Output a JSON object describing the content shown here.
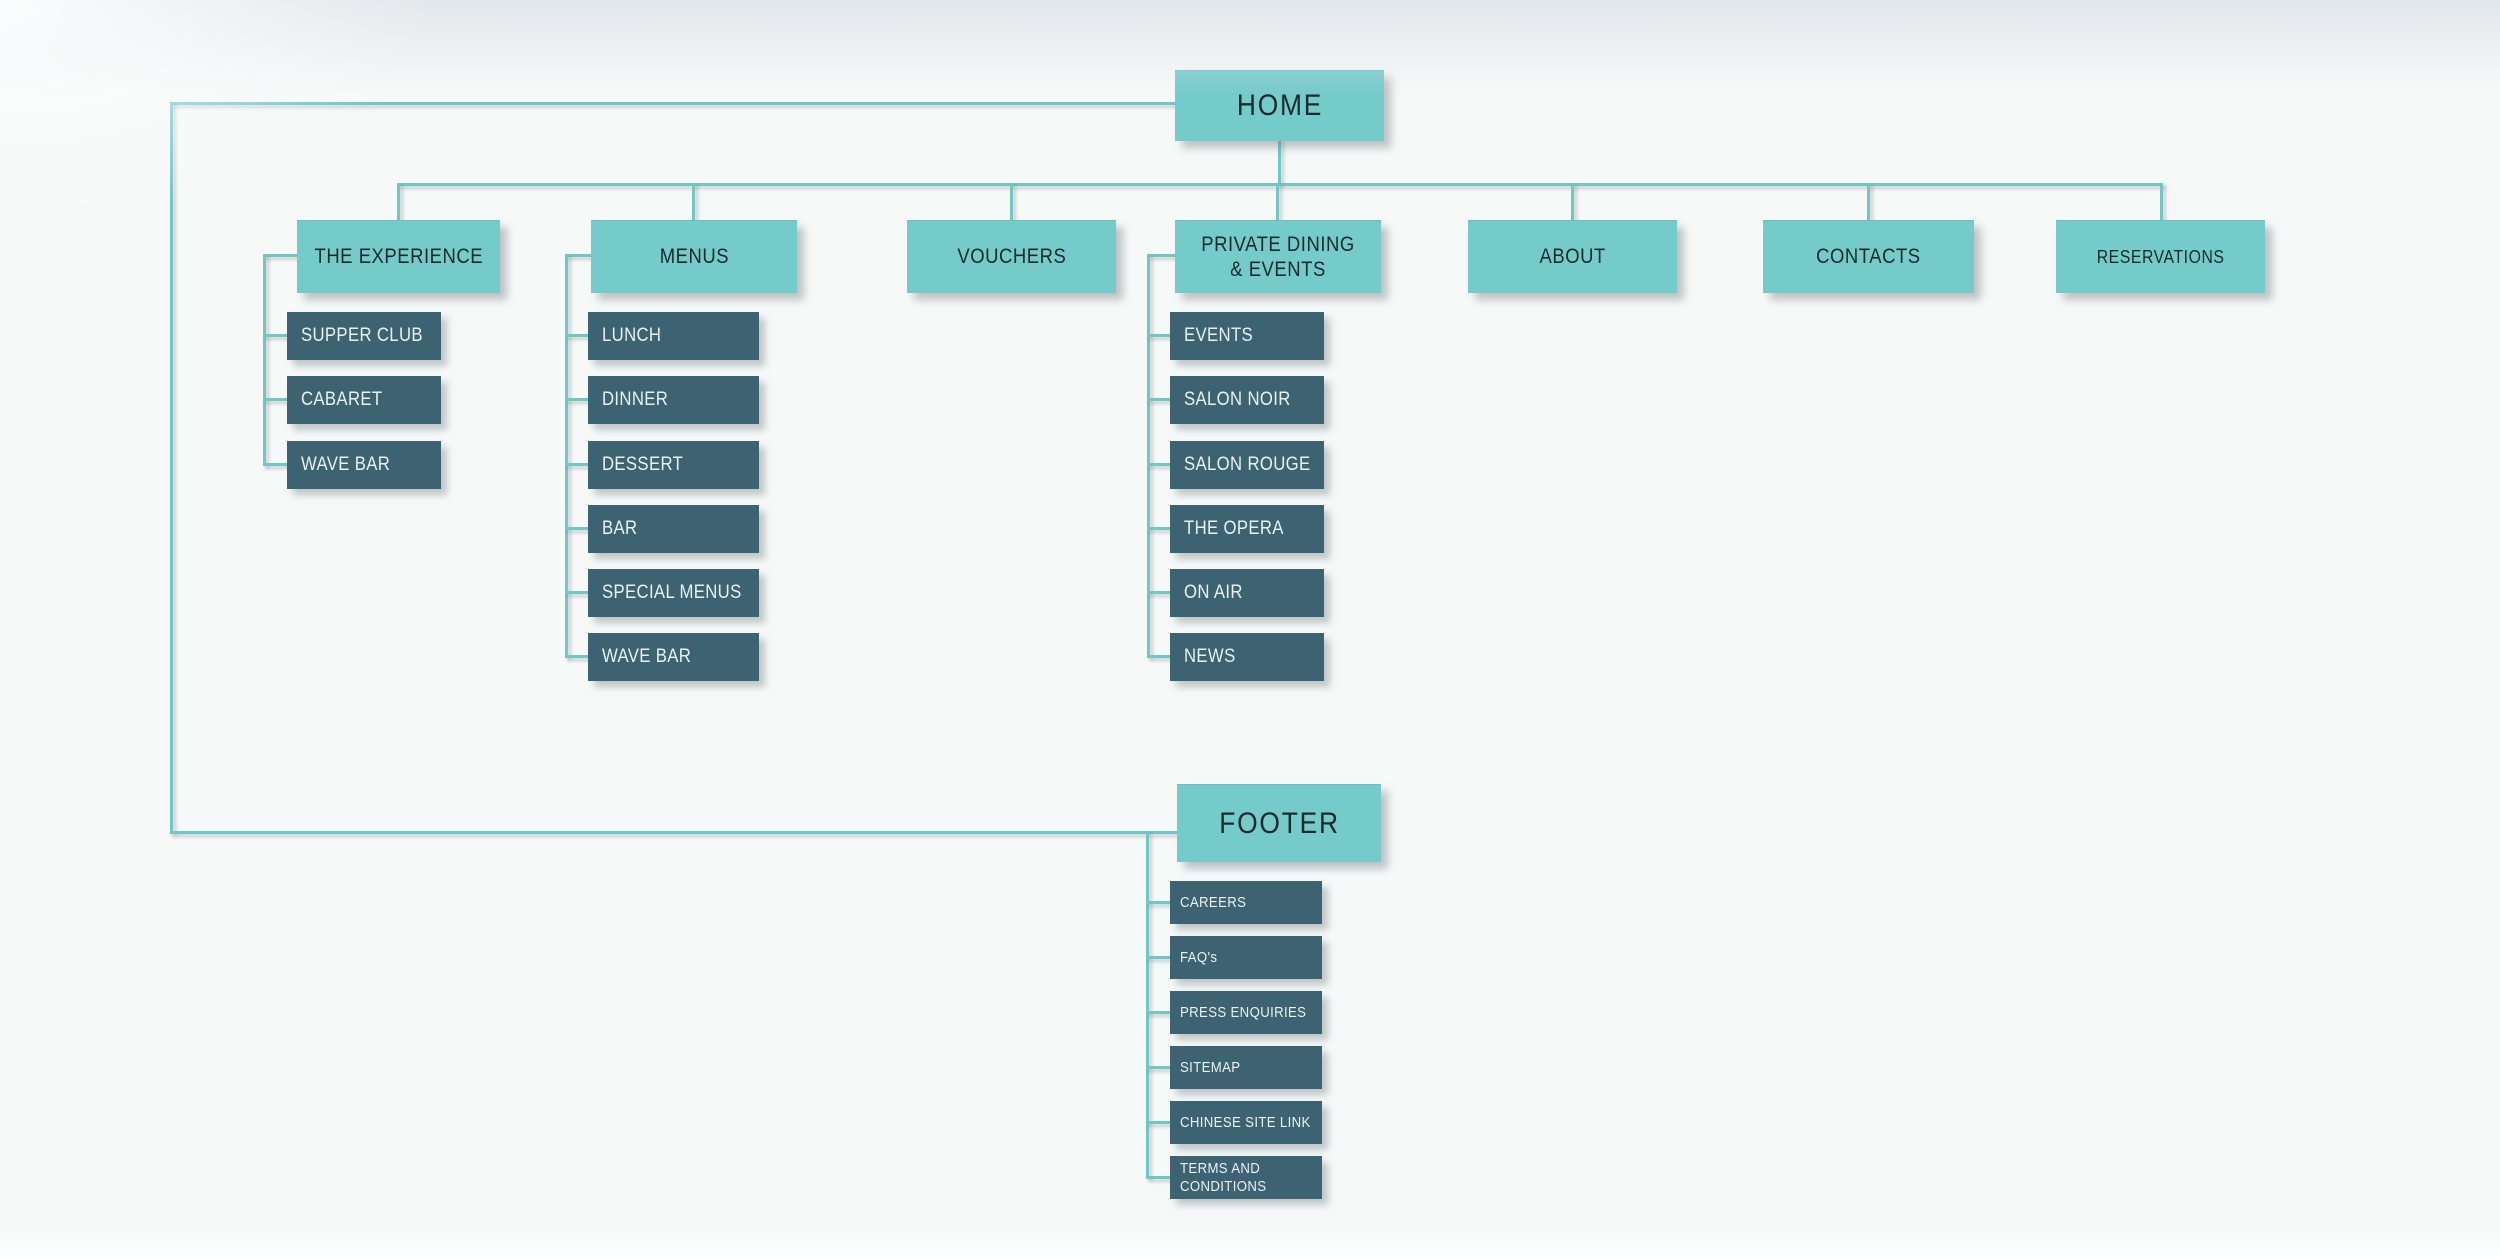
{
  "diagram": {
    "root": {
      "label": "HOME"
    },
    "sections": [
      {
        "label": "THE EXPERIENCE",
        "children": [
          "SUPPER CLUB",
          "CABARET",
          "WAVE BAR"
        ]
      },
      {
        "label": "MENUS",
        "children": [
          "LUNCH",
          "DINNER",
          "DESSERT",
          "BAR",
          "SPECIAL MENUS",
          "WAVE BAR"
        ]
      },
      {
        "label": "VOUCHERS",
        "children": []
      },
      {
        "label": "PRIVATE DINING & EVENTS",
        "children": [
          "EVENTS",
          "SALON NOIR",
          "SALON ROUGE",
          "THE OPERA",
          "ON AIR",
          "NEWS"
        ]
      },
      {
        "label": "ABOUT",
        "children": []
      },
      {
        "label": "CONTACTS",
        "children": []
      },
      {
        "label": "RESERVATIONS",
        "children": []
      }
    ],
    "footer": {
      "label": "FOOTER",
      "children": [
        "CAREERS",
        "FAQ's",
        "PRESS ENQUIRIES",
        "SITEMAP",
        "CHINESE SITE LINK",
        "TERMS AND CONDITIONS"
      ]
    },
    "colors": {
      "primary": "#74cbca",
      "secondary": "#3d6372",
      "line": "#6fc7c6",
      "background": "#f7f9f9",
      "text_dark": "#1a2b2e",
      "text_light": "#e9f1f1"
    }
  }
}
